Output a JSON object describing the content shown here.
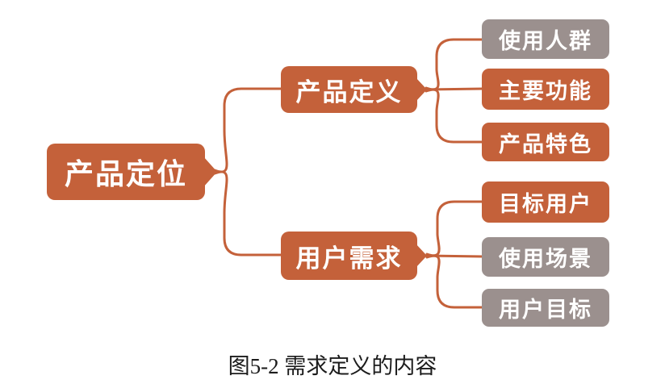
{
  "colors": {
    "orange": "#C4613A",
    "gray": "#9B908E",
    "background": "#FFFFFF",
    "caption_color": "#1C1C1C"
  },
  "diagram": {
    "root": {
      "label": "产品定位",
      "variant": "orange"
    },
    "branches": [
      {
        "label": "产品定义",
        "variant": "orange",
        "children": [
          {
            "label": "使用人群",
            "variant": "gray"
          },
          {
            "label": "主要功能",
            "variant": "orange"
          },
          {
            "label": "产品特色",
            "variant": "orange"
          }
        ]
      },
      {
        "label": "用户需求",
        "variant": "orange",
        "children": [
          {
            "label": "目标用户",
            "variant": "orange"
          },
          {
            "label": "使用场景",
            "variant": "gray"
          },
          {
            "label": "用户目标",
            "variant": "gray"
          }
        ]
      }
    ]
  },
  "caption": "图5-2 需求定义的内容"
}
